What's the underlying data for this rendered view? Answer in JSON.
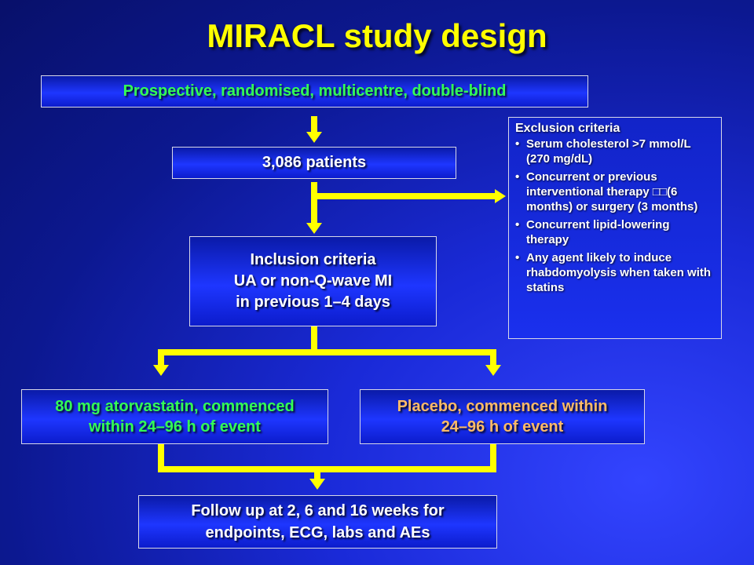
{
  "title": "MIRACL study design",
  "design_box": "Prospective, randomised, multicentre, double-blind",
  "patients_box": "3,086 patients",
  "inclusion": {
    "line1": "Inclusion criteria",
    "line2": "UA or non-Q-wave MI",
    "line3": "in previous 1–4 days"
  },
  "exclusion": {
    "title": "Exclusion criteria",
    "items": [
      "Serum cholesterol >7 mmol/L (270 mg/dL)",
      "Concurrent or previous interventional therapy □□(6 months) or surgery (3 months)",
      "Concurrent lipid-lowering therapy",
      "Any agent likely to induce rhabdomyolysis when taken with statins"
    ]
  },
  "arm_atorvastatin": {
    "line1": "80 mg atorvastatin, commenced",
    "line2": "within 24–96 h of event"
  },
  "arm_placebo": {
    "line1": "Placebo, commenced within",
    "line2": "24–96 h of event"
  },
  "followup": {
    "line1": "Follow up at 2, 6 and 16 weeks for",
    "line2": "endpoints, ECG, labs and AEs"
  },
  "colors": {
    "title": "#ffff00",
    "connector": "#ffff00",
    "design_text": "#33ff55",
    "atorvastatin_text": "#33ff55",
    "placebo_text": "#ffbb66"
  }
}
